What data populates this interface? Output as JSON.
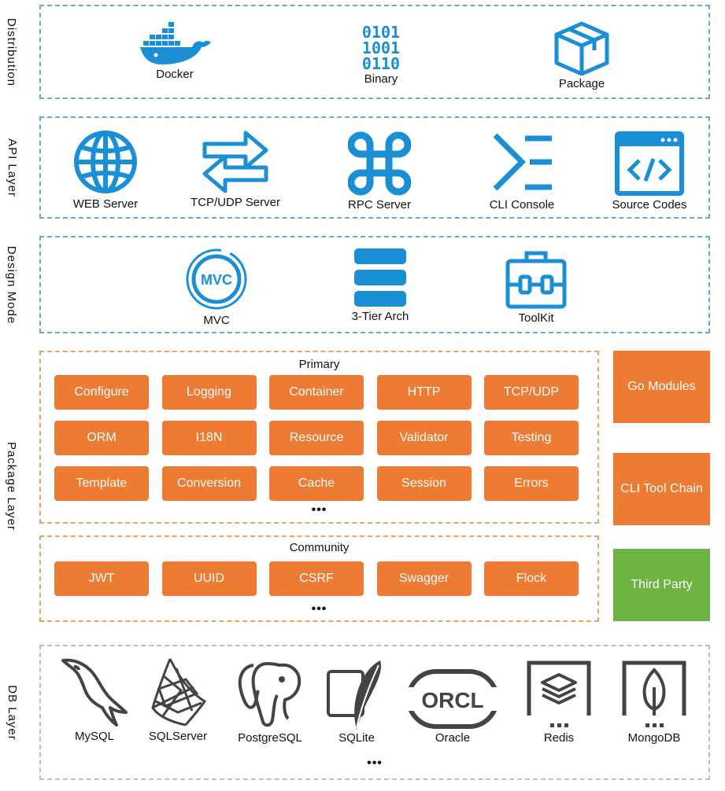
{
  "colors": {
    "blue_icon": "#1a8fd6",
    "orange": "#ee7b33",
    "green": "#6fb244",
    "dark_icon": "#444444"
  },
  "layers": {
    "distribution": {
      "label": "Distribution",
      "items": [
        {
          "label": "Docker",
          "icon": "docker-whale-icon"
        },
        {
          "label": "Binary",
          "icon": "binary-digits-icon"
        },
        {
          "label": "Package",
          "icon": "package-box-icon"
        }
      ]
    },
    "api": {
      "label": "API Layer",
      "items": [
        {
          "label": "WEB Server",
          "icon": "globe-icon"
        },
        {
          "label": "TCP/UDP Server",
          "icon": "swap-arrows-icon"
        },
        {
          "label": "RPC Server",
          "icon": "command-key-icon"
        },
        {
          "label": "CLI Console",
          "icon": "terminal-prompt-icon"
        },
        {
          "label": "Source Codes",
          "icon": "code-window-icon"
        }
      ]
    },
    "design": {
      "label": "Design  Mode",
      "items": [
        {
          "label": "MVC",
          "icon": "mvc-circle-icon"
        },
        {
          "label": "3-Tier Arch",
          "icon": "stack-layers-icon"
        },
        {
          "label": "ToolKit",
          "icon": "toolbox-icon"
        }
      ]
    },
    "package": {
      "label": "Package  Layer",
      "primary": {
        "title": "Primary",
        "items": [
          "Configure",
          "Logging",
          "Container",
          "HTTP",
          "TCP/UDP",
          "ORM",
          "I18N",
          "Resource",
          "Validator",
          "Testing",
          "Template",
          "Conversion",
          "Cache",
          "Session",
          "Errors"
        ],
        "more": "•••"
      },
      "community": {
        "title": "Community",
        "items": [
          "JWT",
          "UUID",
          "CSRF",
          "Swagger",
          "Flock"
        ],
        "more": "•••"
      },
      "side": [
        "Go Modules",
        "CLI Tool Chain",
        "Third Party"
      ]
    },
    "db": {
      "label": "DB  Layer",
      "items": [
        {
          "label": "MySQL",
          "icon": "dolphin-icon"
        },
        {
          "label": "SQLServer",
          "icon": "sqlserver-icon"
        },
        {
          "label": "PostgreSQL",
          "icon": "elephant-icon"
        },
        {
          "label": "SQLite",
          "icon": "feather-icon"
        },
        {
          "label": "Oracle",
          "icon": "orcl-logo-icon"
        },
        {
          "label": "Redis",
          "icon": "redis-layers-icon"
        },
        {
          "label": "MongoDB",
          "icon": "leaf-icon"
        }
      ],
      "more": "•••"
    }
  }
}
